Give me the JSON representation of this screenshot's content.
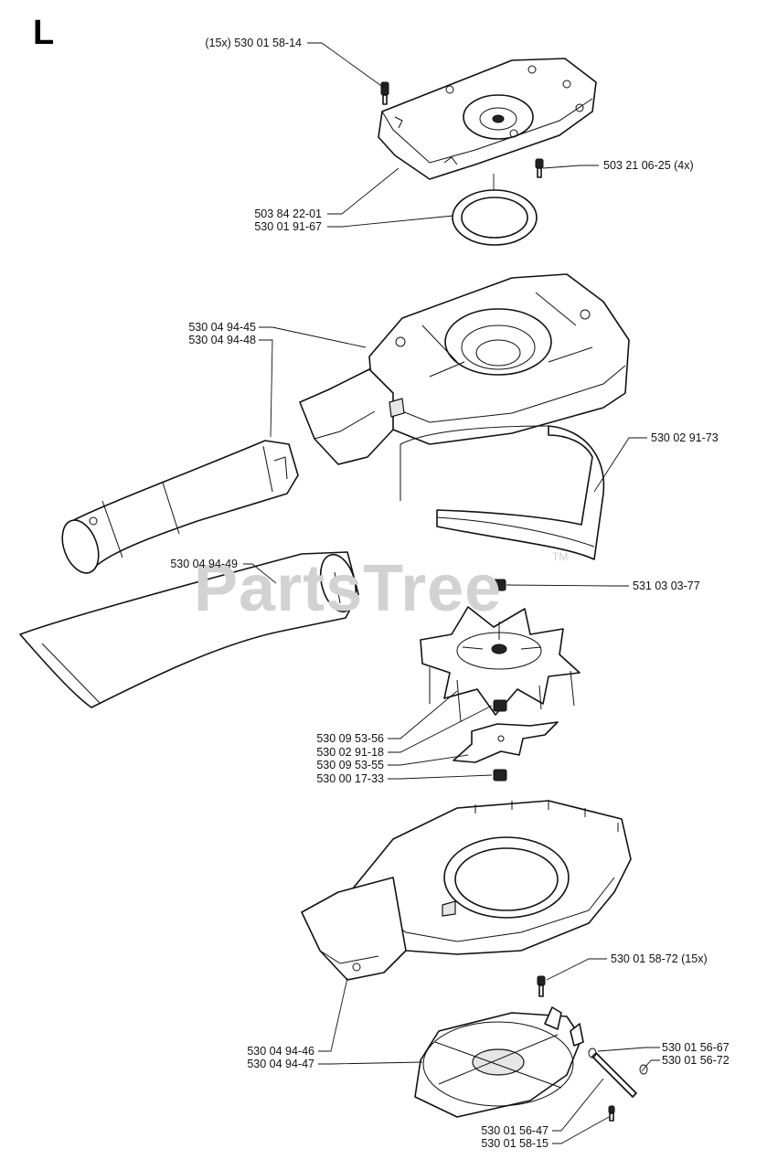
{
  "section_letter": "L",
  "watermark": "PartsTree",
  "trademark": "TM",
  "labels": {
    "screw_15x_top": "(15x) 530 01 58-14",
    "screw_4x": "503 21 06-25 (4x)",
    "cover": "503 84 22-01",
    "seal_ring": "530 01 91-67",
    "tube_a": "530 04 94-45",
    "tube_b": "530 04 94-48",
    "band": "530 02 91-73",
    "nozzle": "530 04 94-49",
    "nut_top": "531 03 03-77",
    "spacer": "530 09 53-56",
    "fan": "530 02 91-18",
    "blade": "530 09 53-55",
    "nut_bottom": "530 00 17-33",
    "screw_15x_bottom": "530 01 58-72 (15x)",
    "housing_a": "530 04 94-46",
    "housing_b": "530 04 94-47",
    "pin_a": "530 01 56-67",
    "pin_b": "530 01 56-72",
    "pin_c": "530 01 56-47",
    "screw_small": "530 01 58-15"
  }
}
